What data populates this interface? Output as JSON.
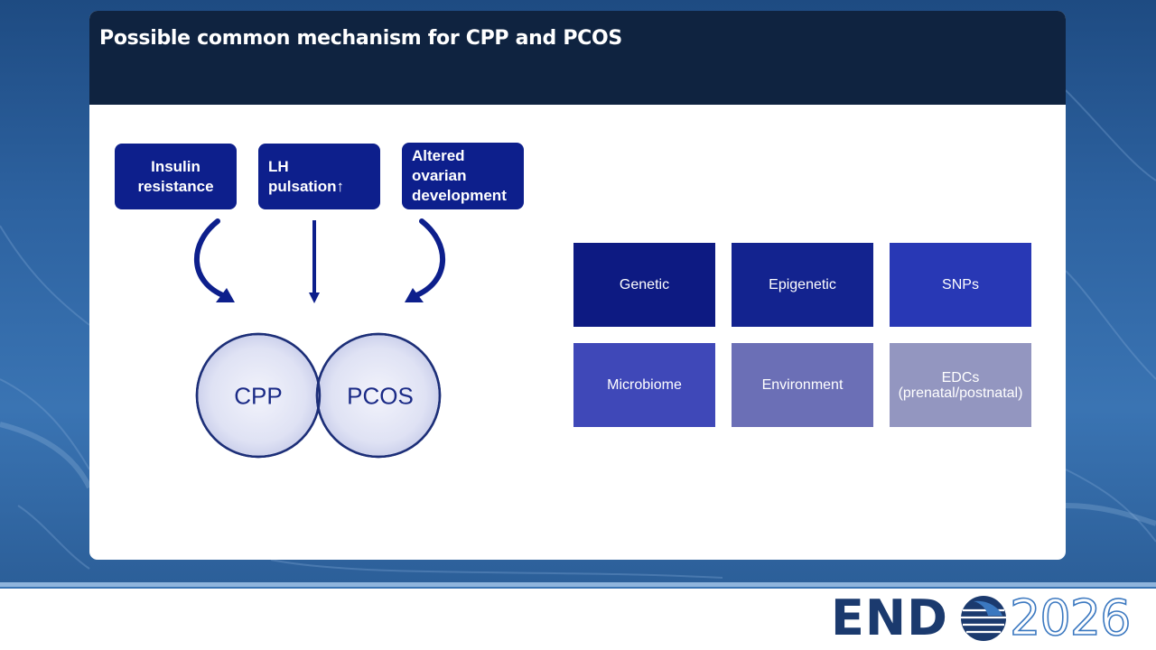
{
  "slide": {
    "title": "Possible common mechanism for CPP and PCOS"
  },
  "mechanisms": [
    {
      "text": "Insulin\nresistance",
      "align": "center"
    },
    {
      "text": "LH\npulsation↑",
      "align": "left"
    },
    {
      "text": "Altered\novarian\ndevelopment",
      "align": "left"
    }
  ],
  "venn": {
    "left_label": "CPP",
    "right_label": "PCOS"
  },
  "factors": [
    {
      "label": "Genetic",
      "color": "#0d1a82"
    },
    {
      "label": "Epigenetic",
      "color": "#13238f"
    },
    {
      "label": "SNPs",
      "color": "#2838b5"
    },
    {
      "label": "Microbiome",
      "color": "#3f48b8"
    },
    {
      "label": "Environment",
      "color": "#6b6fb6"
    },
    {
      "label": "EDCs\n(prenatal/postnatal)",
      "color": "#9396c0"
    }
  ],
  "logo": {
    "brand": "END",
    "year": "2026"
  },
  "colors": {
    "header": "#0f2340",
    "box": "#0d1f8c",
    "venn_text": "#1a2a86",
    "brand": "#1b3a6e",
    "year_outline": "#3b78c0"
  }
}
